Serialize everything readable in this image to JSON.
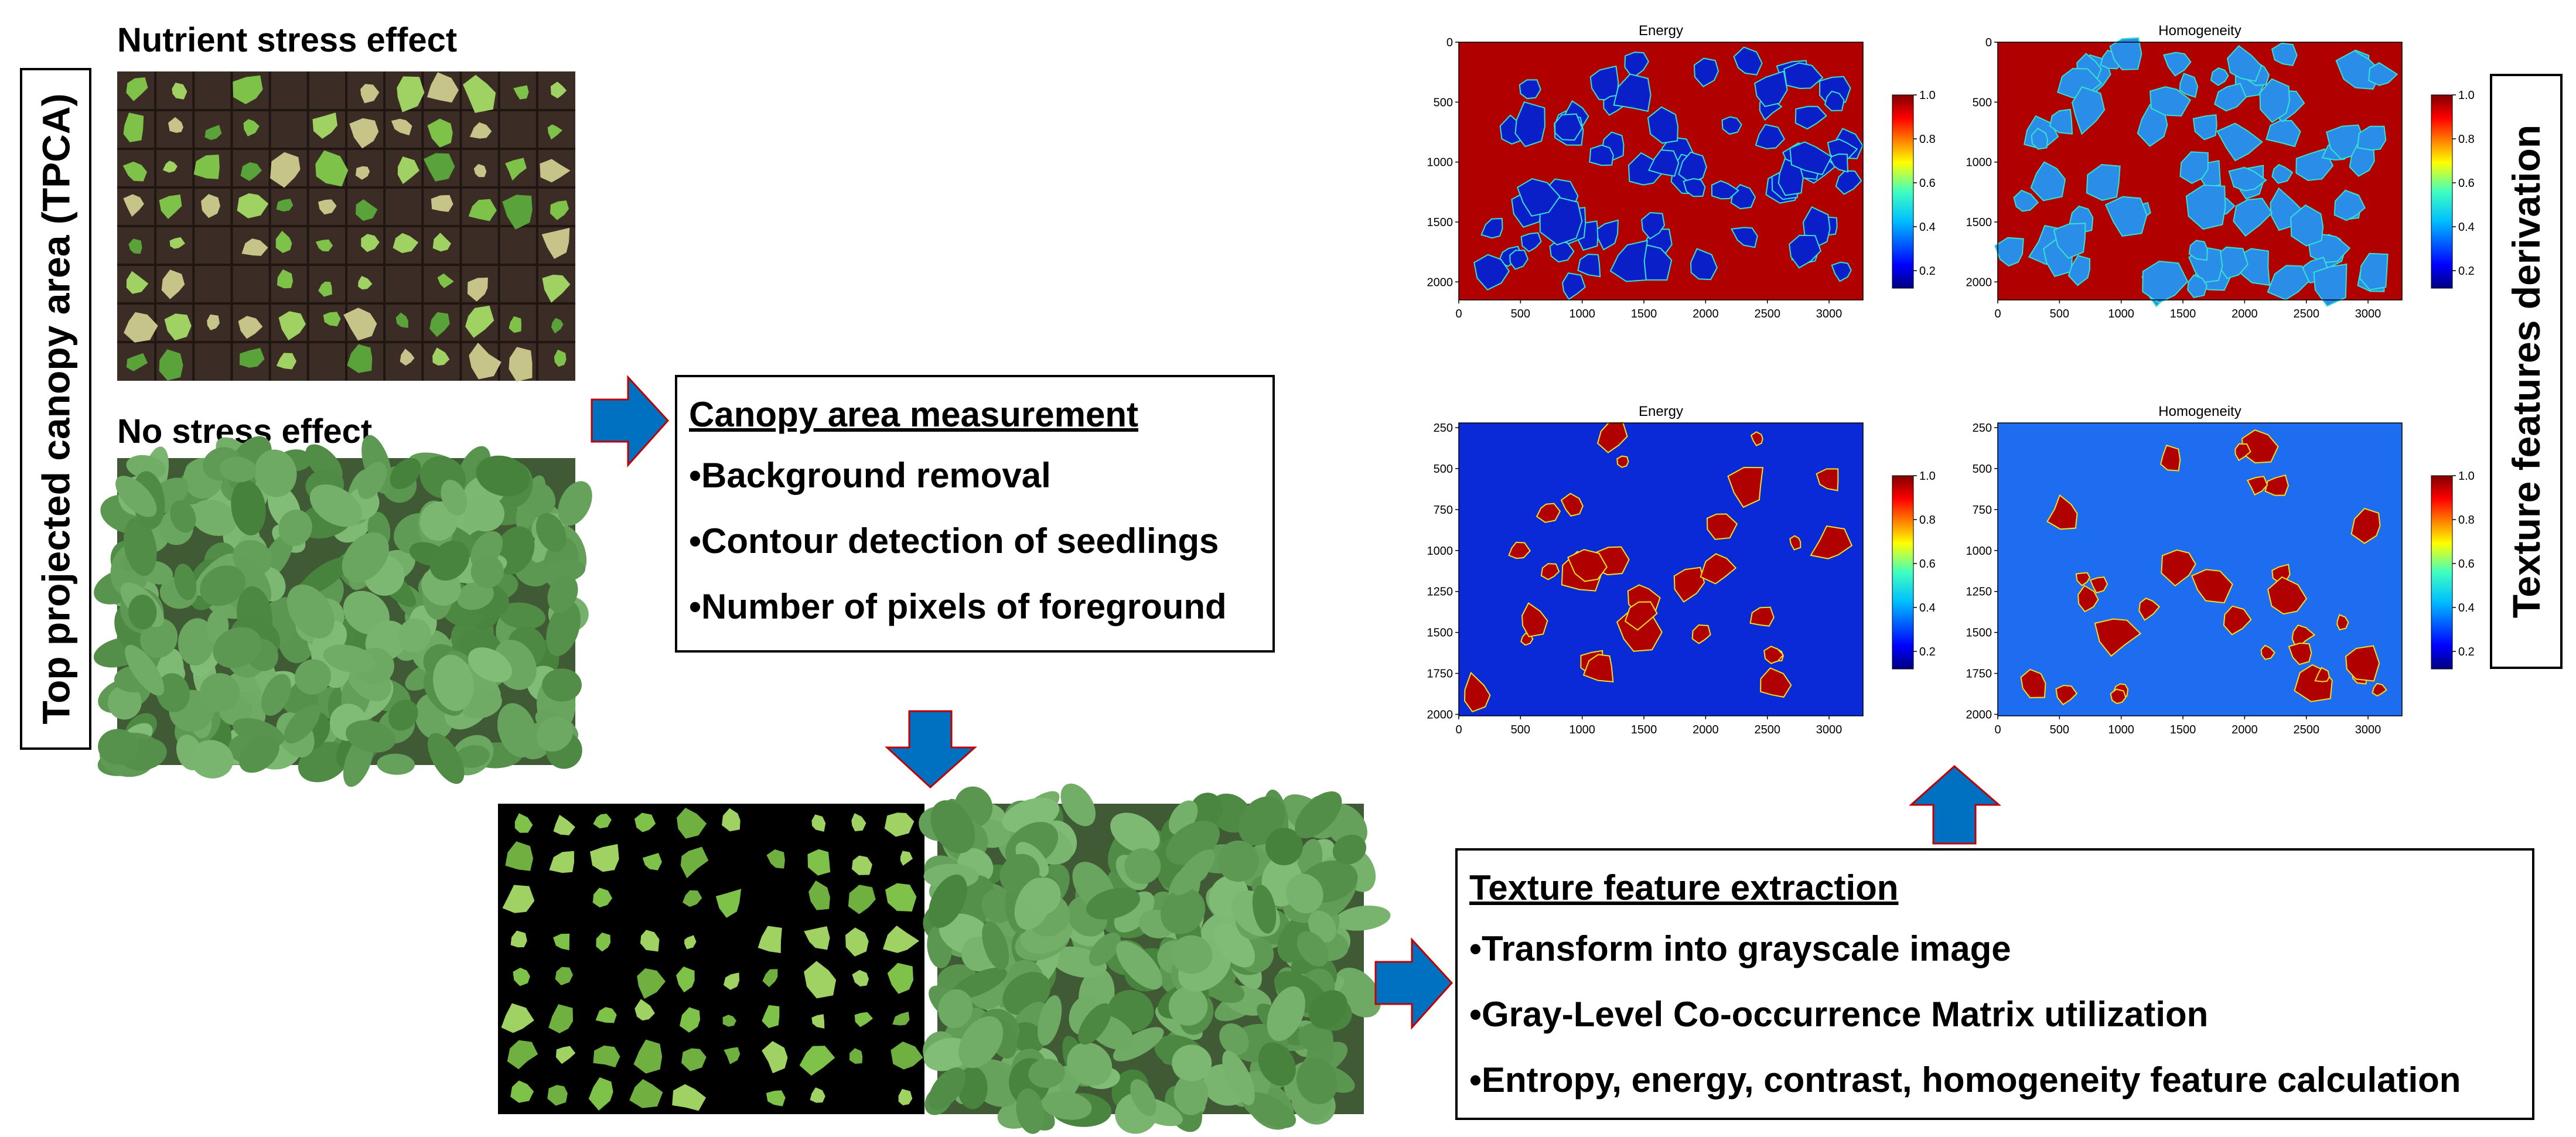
{
  "labels": {
    "nutrient_stress": "Nutrient stress effect",
    "no_stress": "No stress effect",
    "tpca": "Top projected canopy area (TPCA)",
    "texture_derivation": "Texture features derivation"
  },
  "canopy_box": {
    "title": "Canopy area measurement",
    "items": [
      "•Background removal",
      "•Contour detection of seedlings",
      "•Number of pixels of foreground"
    ]
  },
  "texture_box": {
    "title": "Texture feature extraction",
    "items": [
      "•Transform into grayscale image",
      "•Gray-Level Co-occurrence Matrix utilization",
      "•Entropy, energy, contrast, homogeneity feature calculation"
    ]
  },
  "heatmaps": [
    {
      "title": "Energy",
      "yticks": [
        "0",
        "500",
        "1000",
        "1500",
        "2000"
      ],
      "xticks": [
        "0",
        "500",
        "1000",
        "1500",
        "2000",
        "2500",
        "3000"
      ],
      "cbar_ticks": [
        "1.0",
        "0.8",
        "0.6",
        "0.4",
        "0.2"
      ],
      "colors": {
        "background": "#b00000",
        "blob": "#0a1fc8"
      }
    },
    {
      "title": "Homogeneity",
      "yticks": [
        "0",
        "500",
        "1000",
        "1500",
        "2000"
      ],
      "xticks": [
        "0",
        "500",
        "1000",
        "1500",
        "2000",
        "2500",
        "3000"
      ],
      "cbar_ticks": [
        "1.0",
        "0.8",
        "0.6",
        "0.4",
        "0.2"
      ],
      "colors": {
        "background": "#b00000",
        "blob": "#2a8ee8"
      }
    },
    {
      "title": "Energy",
      "yticks": [
        "250",
        "500",
        "750",
        "1000",
        "1250",
        "1500",
        "1750",
        "2000"
      ],
      "xticks": [
        "0",
        "500",
        "1000",
        "1500",
        "2000",
        "2500",
        "3000"
      ],
      "cbar_ticks": [
        "1.0",
        "0.8",
        "0.6",
        "0.4",
        "0.2"
      ],
      "colors": {
        "background": "#0a2ad8",
        "blob": "#b00000"
      }
    },
    {
      "title": "Homogeneity",
      "yticks": [
        "250",
        "500",
        "750",
        "1000",
        "1250",
        "1500",
        "1750",
        "2000"
      ],
      "xticks": [
        "0",
        "500",
        "1000",
        "1500",
        "2000",
        "2500",
        "3000"
      ],
      "cbar_ticks": [
        "1.0",
        "0.8",
        "0.6",
        "0.4",
        "0.2"
      ],
      "colors": {
        "background": "#1e6cf0",
        "blob": "#b00000"
      }
    }
  ],
  "colors": {
    "arrow_fill": "#0070c0",
    "arrow_stroke": "#c00000",
    "tray": "#3b2c25",
    "leaf_light": "#7ec24a",
    "leaf_dark": "#5c8f3a"
  }
}
